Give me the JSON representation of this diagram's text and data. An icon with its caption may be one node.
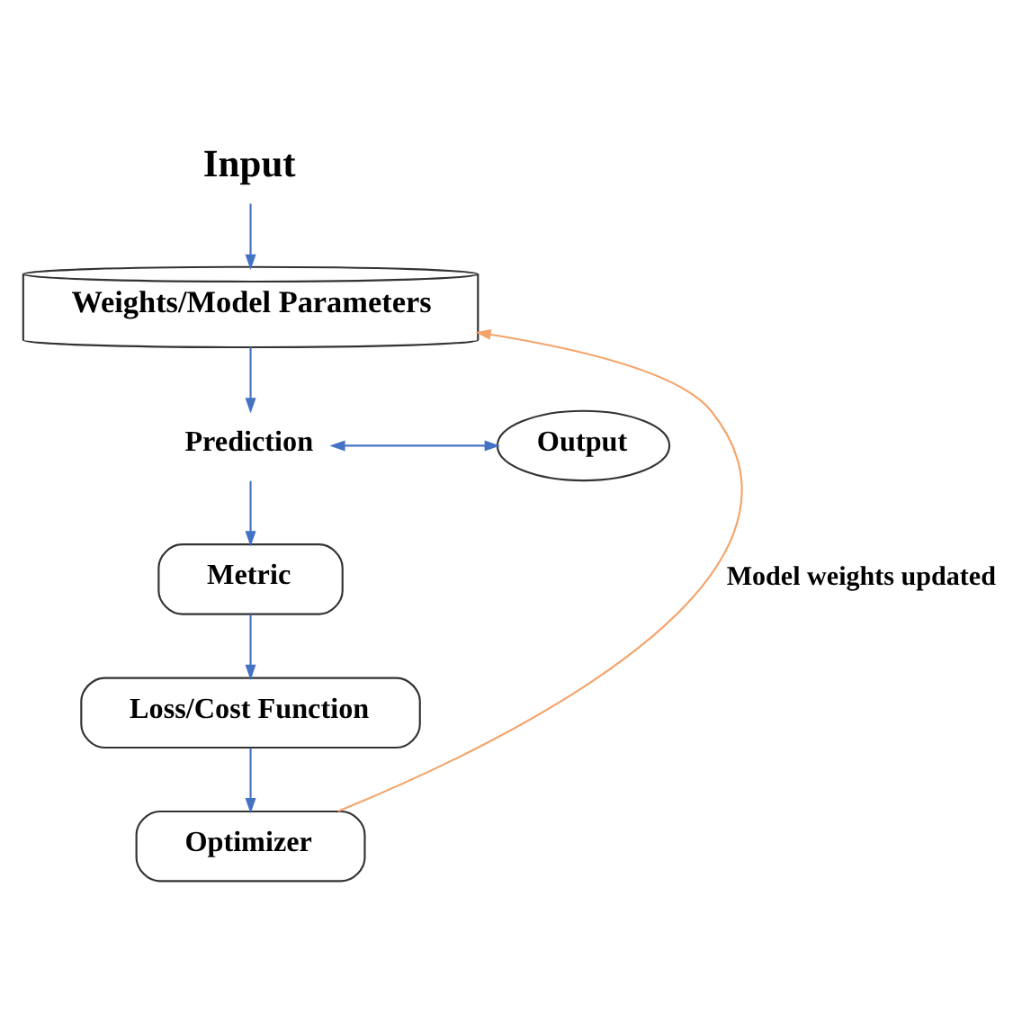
{
  "diagram": {
    "nodes": [
      {
        "text": [
          "Input"
        ]
      },
      {
        "text": [
          "Weights/Model Parameters"
        ]
      },
      {
        "text": [
          "Prediction"
        ]
      },
      {
        "text": [
          "Output"
        ]
      },
      {
        "text": [
          "Metric"
        ]
      },
      {
        "text": [
          "Loss/Cost Function"
        ]
      },
      {
        "text": [
          "Optimizer"
        ]
      }
    ],
    "edges": [
      {
        "from": 0,
        "to": 1,
        "arrow": "to"
      },
      {
        "from": 1,
        "to": 2,
        "arrow": "to"
      },
      {
        "from": 2,
        "to": 3,
        "arrow": "both"
      },
      {
        "from": 2,
        "to": 4,
        "arrow": "to"
      },
      {
        "from": 4,
        "to": 5,
        "arrow": "to"
      },
      {
        "from": 5,
        "to": 6,
        "arrow": "to"
      },
      {
        "from": 6,
        "to": 1,
        "arrow": "to",
        "label": "Model weights updated",
        "color": "#f4a46a"
      }
    ]
  }
}
